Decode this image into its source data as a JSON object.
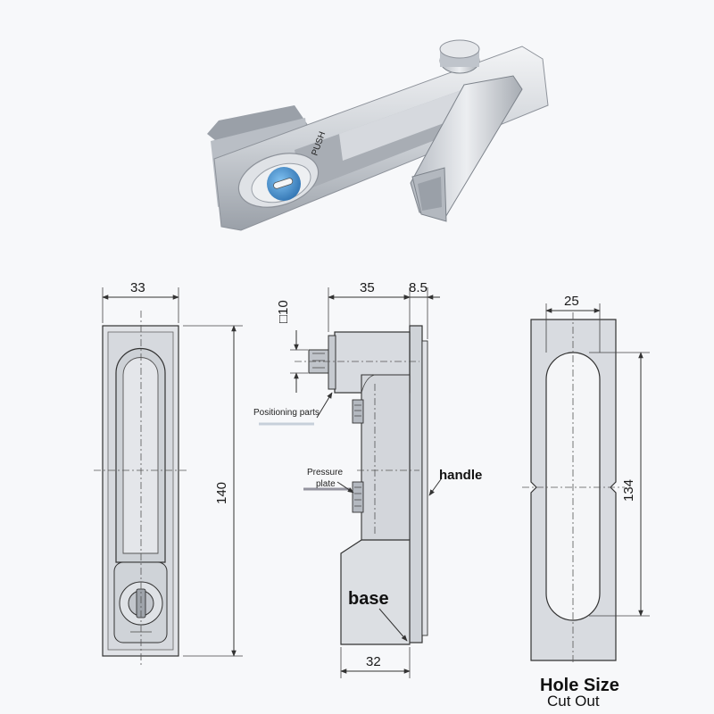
{
  "dimensions": {
    "front_width": "33",
    "front_height": "140",
    "side_square": "□10",
    "side_depth": "35",
    "side_flange": "8.5",
    "side_base": "32",
    "cutout_width": "25",
    "cutout_height": "134"
  },
  "callouts": {
    "positioning": "Positioning parts",
    "pressure_line1": "Pressure",
    "pressure_line2": "plate",
    "handle": "handle",
    "base": "base"
  },
  "cutout": {
    "title": "Hole Size",
    "subtitle": "Cut Out"
  },
  "colors": {
    "metal_light": "#e4e6ea",
    "metal_mid": "#c4c8ce",
    "metal_dark": "#8d929a",
    "key_blue": "#3f8fd0",
    "drawing_fill": "#d8dbe0",
    "outline": "#333333"
  }
}
